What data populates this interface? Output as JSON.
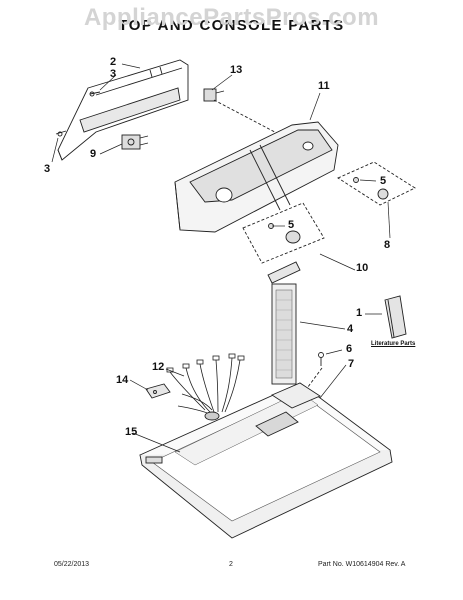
{
  "watermark": "AppliancePartsPros.com",
  "title": "TOP AND CONSOLE PARTS",
  "callouts": {
    "c1": "1",
    "c2": "2",
    "c3a": "3",
    "c3b": "3",
    "c4": "4",
    "c5a": "5",
    "c5b": "5",
    "c6": "6",
    "c7": "7",
    "c8": "8",
    "c9": "9",
    "c10": "10",
    "c11": "11",
    "c12": "12",
    "c13": "13",
    "c14": "14",
    "c15": "15"
  },
  "literature_label": "Literature Parts",
  "footer": {
    "date": "05/22/2013",
    "page": "2",
    "part": "Part No.  W10614904  Rev.  A"
  }
}
